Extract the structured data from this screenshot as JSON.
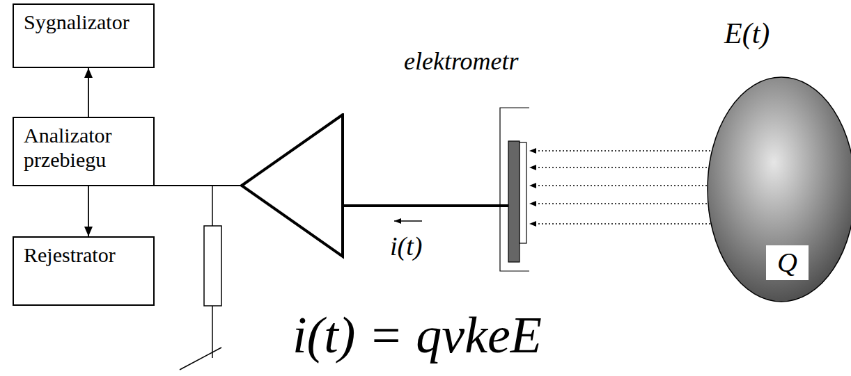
{
  "diagram": {
    "nodes": [
      {
        "text": [
          "Sygnalizator"
        ]
      },
      {
        "text": [
          "Analizator przebiegu"
        ]
      },
      {
        "text": [
          "Rejestrator"
        ]
      },
      {
        "text": [
          "elektrometr"
        ]
      },
      {
        "text": [
          "Q"
        ]
      }
    ],
    "edges": [
      {
        "from": 1,
        "to": 0,
        "arrow": "to"
      },
      {
        "from": 1,
        "to": 2,
        "arrow": "to"
      },
      {
        "from": 3,
        "to": 1,
        "arrow": "none"
      }
    ],
    "labels": [
      "E(t)",
      "i(t)",
      "i(t) = qvkeE"
    ]
  }
}
